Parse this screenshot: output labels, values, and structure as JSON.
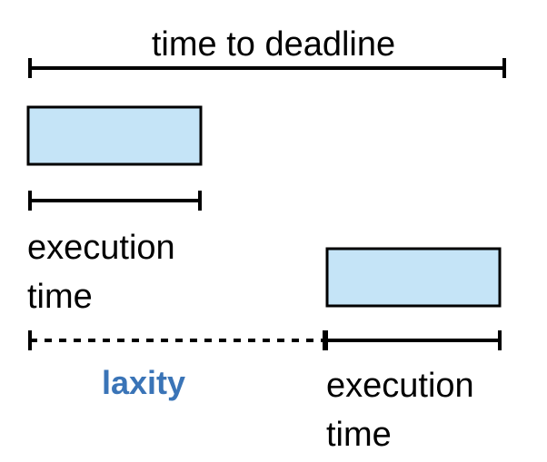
{
  "title": "time to deadline",
  "box_color": "#c5e4f7",
  "laxity_color": "#3a74b7",
  "execution_1": {
    "line1": "execution",
    "line2": "time"
  },
  "execution_2": {
    "line1": "execution",
    "line2": "time"
  },
  "laxity": "laxity"
}
